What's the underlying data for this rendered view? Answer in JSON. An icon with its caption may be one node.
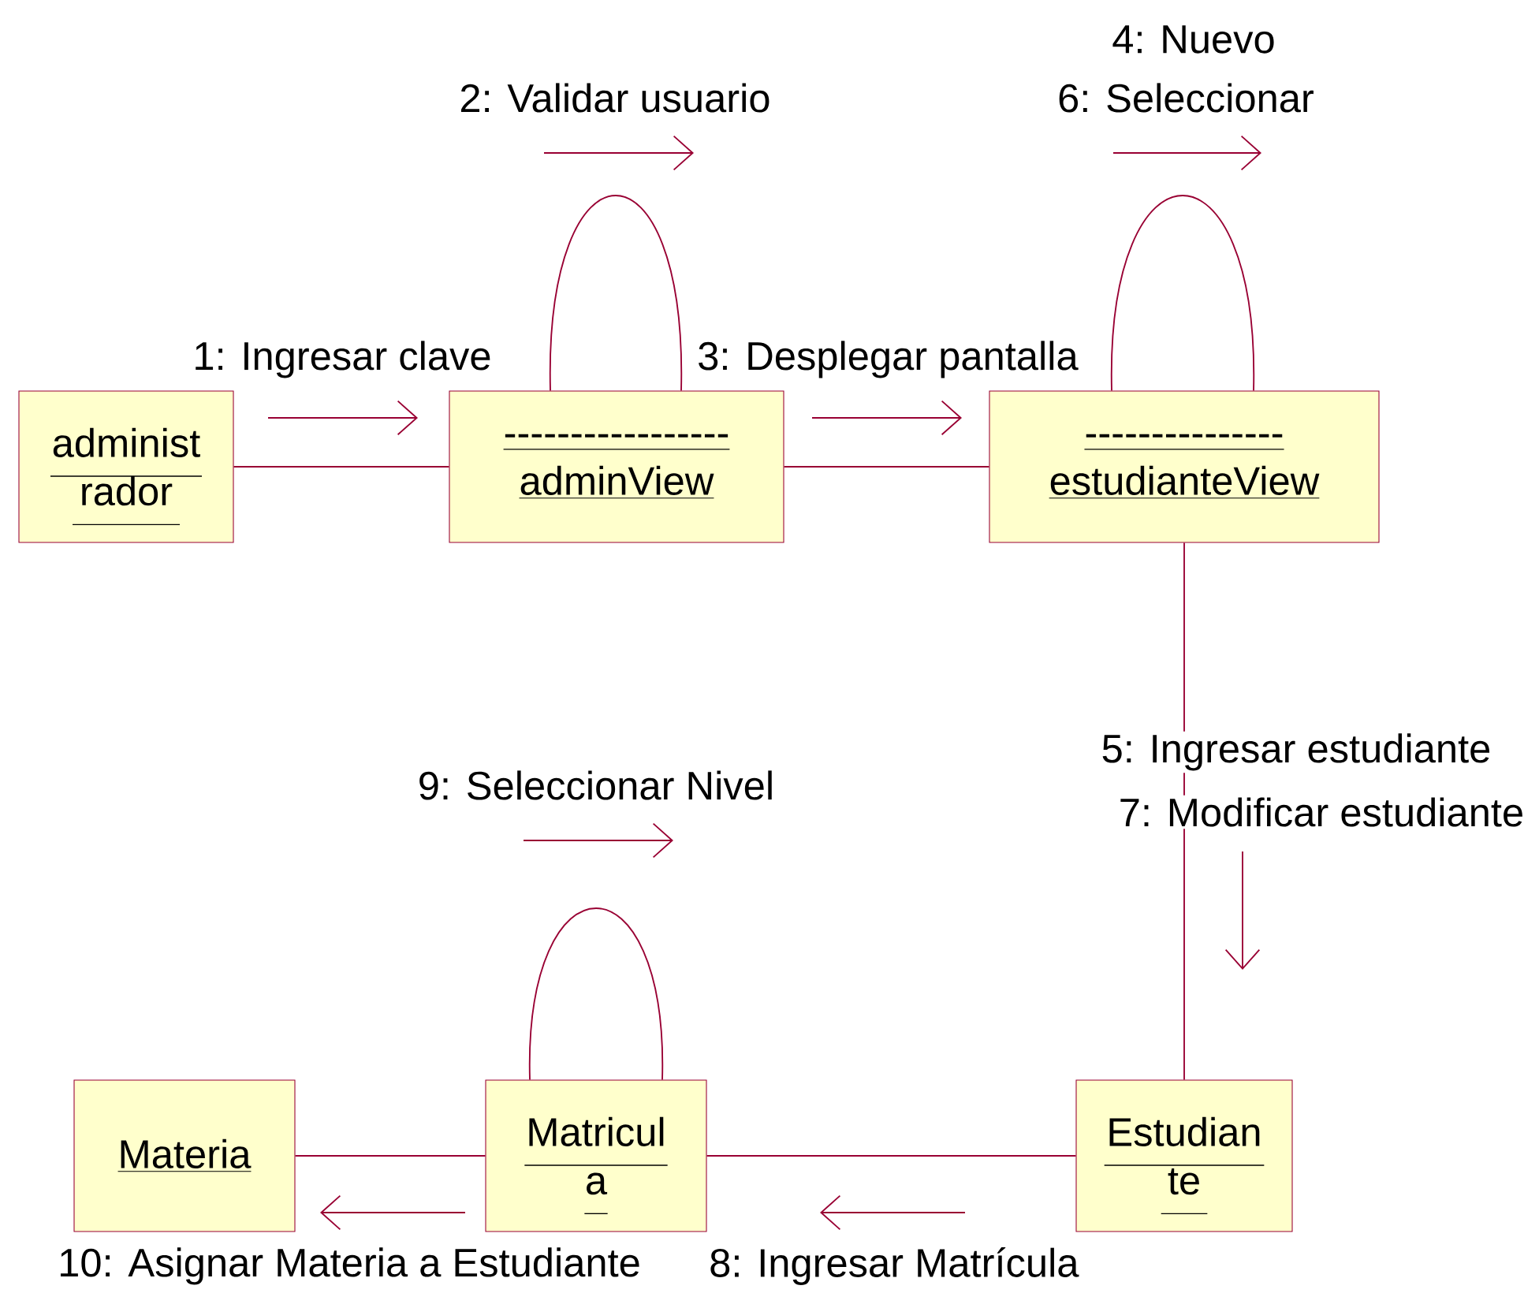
{
  "diagram": {
    "nodes": [
      {
        "text": [
          "administ rador"
        ]
      },
      {
        "text": [
          "-----------------",
          "adminView"
        ]
      },
      {
        "text": [
          "---------------",
          "estudianteView"
        ]
      },
      {
        "text": [
          "Materia"
        ]
      },
      {
        "text": [
          "Matricul a"
        ]
      },
      {
        "text": [
          "Estudian te"
        ]
      }
    ],
    "edges": [
      {
        "from": 0,
        "to": 1,
        "arrow": "none"
      },
      {
        "from": 1,
        "to": 1,
        "arrow": "none"
      },
      {
        "from": 1,
        "to": 2,
        "arrow": "none"
      },
      {
        "from": 2,
        "to": 2,
        "arrow": "none"
      },
      {
        "from": 2,
        "to": 5,
        "arrow": "none"
      },
      {
        "from": 5,
        "to": 4,
        "arrow": "none"
      },
      {
        "from": 4,
        "to": 4,
        "arrow": "none"
      },
      {
        "from": 4,
        "to": 3,
        "arrow": "none"
      }
    ],
    "labels": [
      "4: Nuevo",
      "6: Seleccionar",
      "2: Validar usuario",
      "1: Ingresar clave",
      "3: Desplegar pantalla",
      "5: Ingresar estudiante",
      "7: Modificar estudiante",
      "9: Seleccionar Nivel",
      "10: Asignar Materia a Estudiante",
      "8: Ingresar Matrícula"
    ]
  }
}
